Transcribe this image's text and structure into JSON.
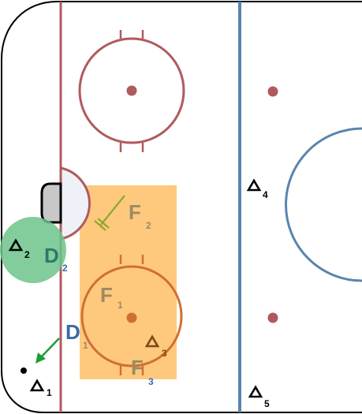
{
  "colors": {
    "board": "#000000",
    "goal_line": "#b05a5e",
    "blue_line": "#5b84ad",
    "faceoff": "#b05a5e",
    "neutral_circle": "#5b84ad",
    "zone_fill": "#ffbf66",
    "zone_circle": "#d07030",
    "pressure": "#6cc48a",
    "pass_arrow": "#1e9d3a",
    "stick": "#8aa830",
    "forward_text": "#9c8a66",
    "defense_text": "#3a6aa8",
    "green_d_text": "#2a7a6a",
    "opponent": "#000000",
    "opponent_in_zone": "#7a4a10"
  },
  "icons": {
    "opponent": "triangle-icon",
    "puck": "puck-icon",
    "goal": "goal-net-icon"
  },
  "players": {
    "f1": {
      "letter": "F",
      "sub": "1"
    },
    "f2": {
      "letter": "F",
      "sub": "2"
    },
    "f3": {
      "letter": "F",
      "sub": "3"
    },
    "d1": {
      "letter": "D",
      "sub": "1"
    },
    "d2": {
      "letter": "D",
      "sub": "2"
    }
  },
  "opponents": {
    "o1": "1",
    "o2": "2",
    "o3": "3",
    "o4": "4",
    "o5": "5"
  }
}
